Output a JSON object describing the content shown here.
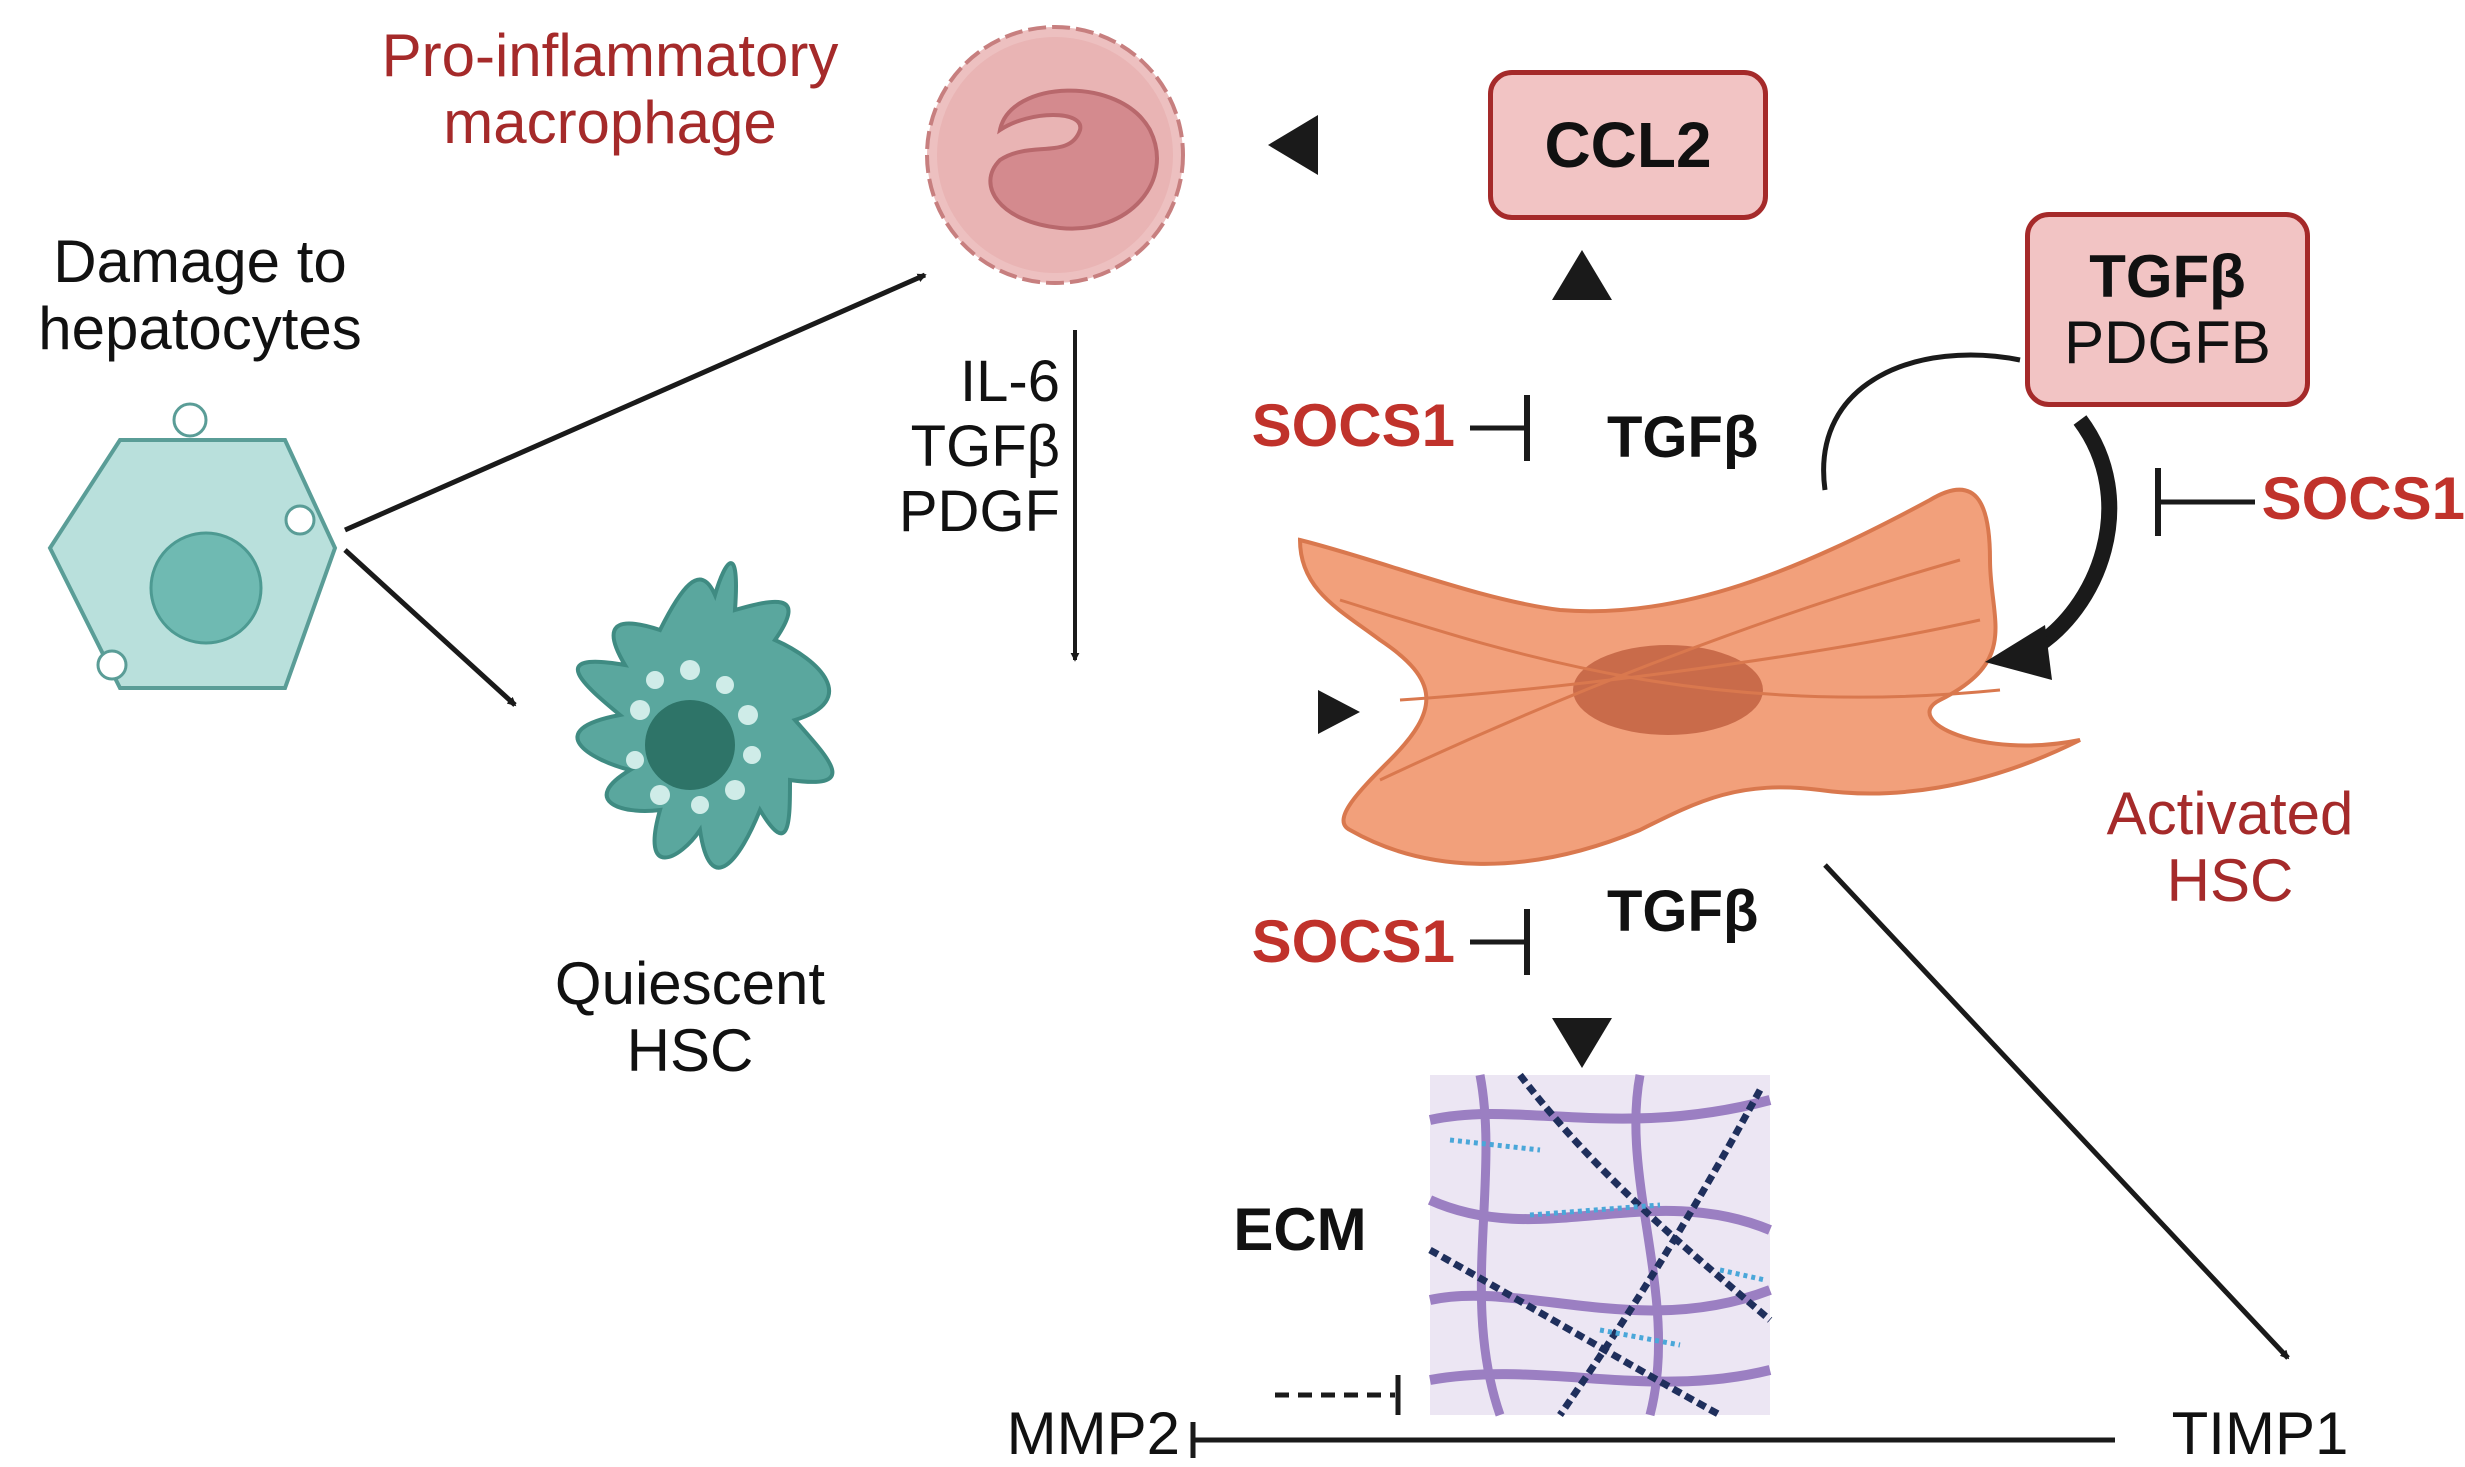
{
  "labels": {
    "damage_line1": "Damage to",
    "damage_line2": "hepatocytes",
    "macrophage_line1": "Pro-inflammatory",
    "macrophage_line2": "macrophage",
    "ccl2": "CCL2",
    "box_tgfb": "TGFβ",
    "box_pdgfb": "PDGFB",
    "il6": "IL-6",
    "tgfb_mid": "TGFβ",
    "pdgf": "PDGF",
    "socs1_top": "SOCS1",
    "tgfb_top": "TGFβ",
    "socs1_right": "SOCS1",
    "socs1_bottom": "SOCS1",
    "tgfb_bottom": "TGFβ",
    "quiescent_line1": "Quiescent",
    "quiescent_line2": "HSC",
    "activated_line1": "Activated",
    "activated_line2": "HSC",
    "ecm": "ECM",
    "mmp2": "MMP2",
    "timp1": "TIMP1"
  },
  "colors": {
    "label_red": "#a52a2a",
    "socs_red": "#c0322b",
    "box_fill": "#f2c4c4",
    "box_border": "#a52a2a",
    "hepatocyte": "#b9e0dc",
    "quiescent_hsc": "#5aa79e",
    "activated_hsc": "#f2a07b",
    "macrophage": "#e9b4b4",
    "ecm_bg": "#ece6f3"
  },
  "icons": [
    "hepatocyte-icon",
    "macrophage-icon",
    "quiescent-hsc-icon",
    "activated-hsc-icon",
    "ecm-icon"
  ]
}
